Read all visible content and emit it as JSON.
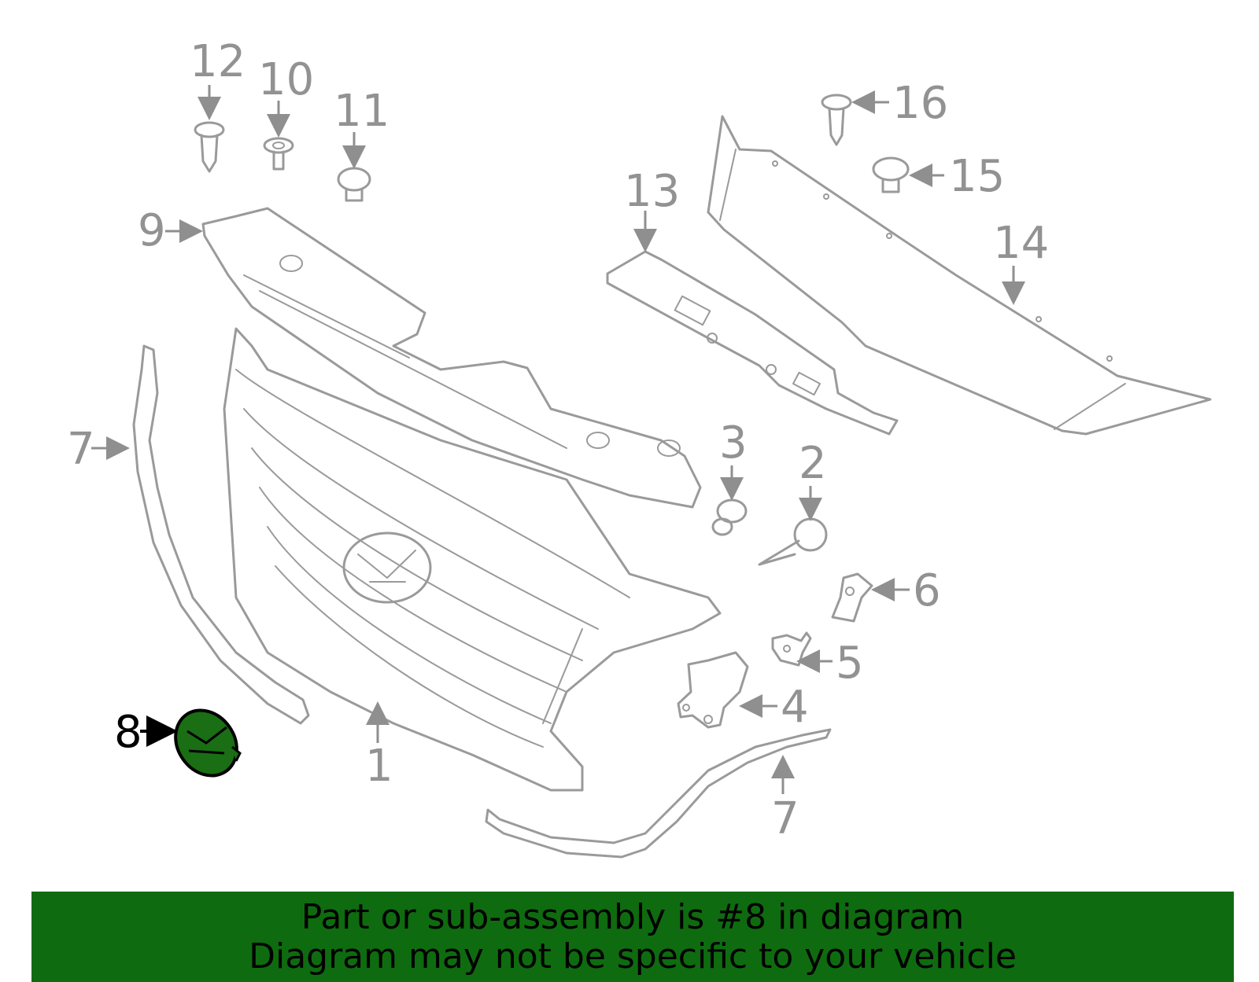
{
  "callouts": {
    "c1": "1",
    "c2": "2",
    "c3": "3",
    "c4": "4",
    "c5": "5",
    "c6": "6",
    "c7a": "7",
    "c7b": "7",
    "c8": "8",
    "c9": "9",
    "c10": "10",
    "c11": "11",
    "c12": "12",
    "c13": "13",
    "c14": "14",
    "c15": "15",
    "c16": "16"
  },
  "highlight": {
    "part": "8",
    "color": "#1a6e14"
  },
  "banner": {
    "line1": "Part or sub-assembly is #8 in diagram",
    "line2": "Diagram may not be specific to your vehicle",
    "background": "#0f6b0f"
  }
}
